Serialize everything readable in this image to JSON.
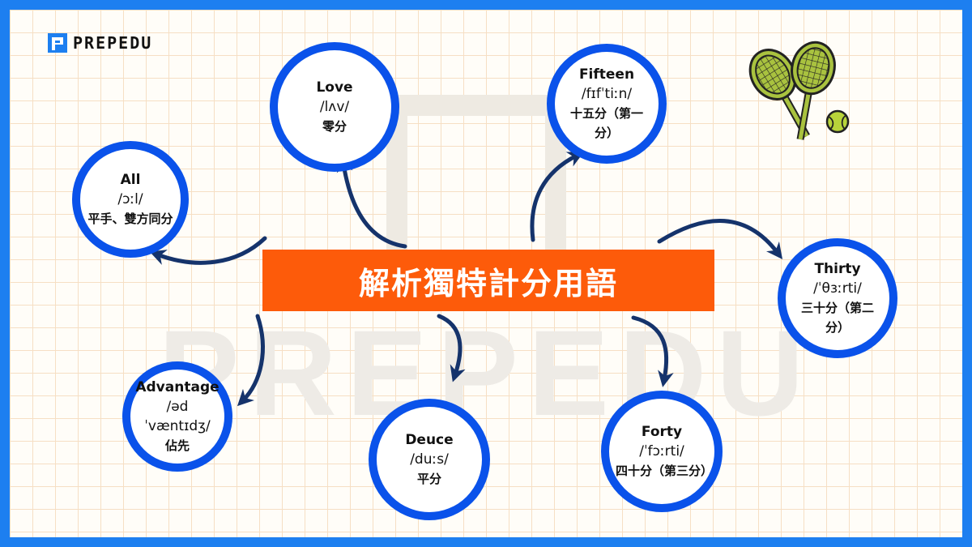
{
  "brand": {
    "name": "PREPEDU",
    "watermark": "PREPEDU"
  },
  "title": "解析獨特計分用語",
  "nodes": {
    "love": {
      "term": "Love",
      "ipa": "/lʌv/",
      "zh": "零分"
    },
    "fifteen": {
      "term": "Fifteen",
      "ipa": "/fɪfˈtiːn/",
      "zh": "十五分（第一分）"
    },
    "all": {
      "term": "All",
      "ipa": "/ɔːl/",
      "zh": "平手、雙方同分"
    },
    "thirty": {
      "term": "Thirty",
      "ipa": "/ˈθɜːrti/",
      "zh": "三十分（第二分）"
    },
    "advantage": {
      "term": "Advantage",
      "ipa": "/ədˈvæntɪdʒ/",
      "zh": "佔先"
    },
    "deuce": {
      "term": "Deuce",
      "ipa": "/duːs/",
      "zh": "平分"
    },
    "forty": {
      "term": "Forty",
      "ipa": "/ˈfɔːrti/",
      "zh": "四十分（第三分）"
    }
  },
  "colors": {
    "frame": "#1d7ff0",
    "node_ring": "#0a52ea",
    "title_bg": "#fd5b0a",
    "arrow": "#15336b",
    "grid": "#f6dfc4",
    "racket": "#a9c23f",
    "ball": "#b8d43a"
  },
  "icons": [
    "prepedu-logo-icon",
    "tennis-rackets-icon",
    "tennis-ball-icon"
  ]
}
